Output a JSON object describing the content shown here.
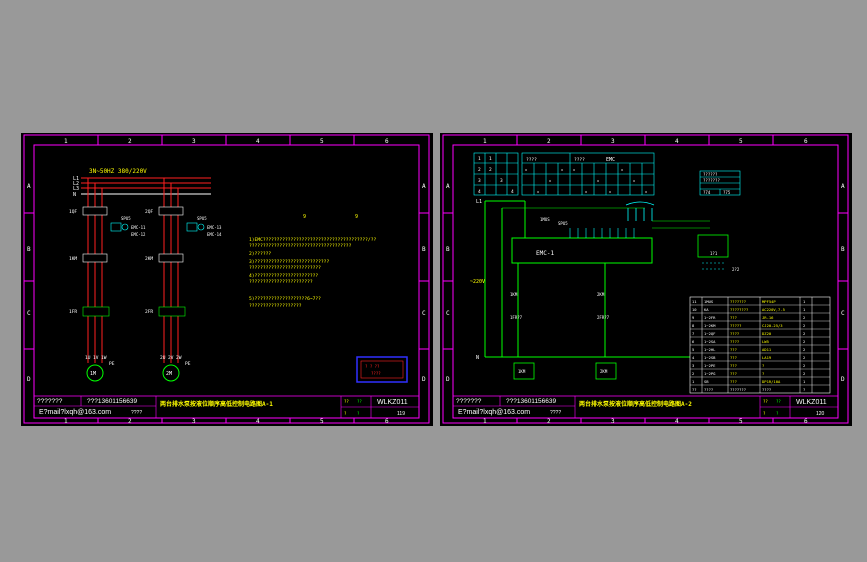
{
  "colors": {
    "background": "#999999",
    "sheet": "#000000",
    "border": "#ff00ff",
    "red": "#ff2020",
    "yellow": "#ffff00",
    "green": "#00ff00",
    "cyan": "#00ffff",
    "white": "#ffffff",
    "blue": "#3030ff"
  },
  "grid": {
    "cols": [
      "1",
      "2",
      "3",
      "4",
      "5",
      "6"
    ],
    "rows": [
      "A",
      "B",
      "C",
      "D"
    ]
  },
  "sheet1": {
    "supply_label": "3N~50HZ 380/220V",
    "bus_labels": [
      "L1",
      "L2",
      "L3",
      "N"
    ],
    "pe_label": "PE",
    "motor1": "1M",
    "motor2": "2M",
    "terms1": [
      "1U",
      "1V",
      "1W"
    ],
    "terms2": [
      "2U",
      "2V",
      "2W"
    ],
    "qf1": "1QF",
    "qf2": "2QF",
    "km1": "1KM",
    "km2": "2KM",
    "fr1": "1FR",
    "fr2": "2FR",
    "emc_labels_1": [
      "EMC-11",
      "EMC-12"
    ],
    "emc_labels_2": [
      "EMC-13",
      "EMC-14"
    ],
    "spu_label": "SPU5",
    "note_marks": [
      "9",
      "9"
    ],
    "notes": [
      "1)EMC??????????????????????????????????????/??",
      "  ?????????????????????????????????????",
      "2)??????",
      "3)???????????????????????????",
      "  ??????????????????????????",
      "4)???????????????????????",
      "  ???????????????????????",
      "5)???????????????????6~7??",
      "  ???????????????????"
    ],
    "stamp_lines": [
      "?  ?  ??",
      "????"
    ],
    "title_tel": "???13601156639",
    "title_dept": "???????",
    "title_email": "E?mail?lxqh@163.com",
    "title_company": "????",
    "title_drawing": "两台排水泵按液位顺序高低控制电路图A-1",
    "title_code": "WLKZ011",
    "title_sheet": "119",
    "title_small": [
      "??",
      "??",
      "?",
      "?"
    ]
  },
  "sheet2": {
    "l1_label": "L1",
    "n_label": "N",
    "supply_label": "~220V",
    "emc_label": "EMC-1",
    "top_table_header": [
      "????",
      "????",
      "EMC"
    ],
    "top_table_rows": [
      "1",
      "2",
      "3",
      "4"
    ],
    "side_box": [
      "??????",
      "???????",
      "?74",
      "?75"
    ],
    "kt_labels": [
      "1KM",
      "2KM"
    ],
    "fr_labels": [
      "1FR?7",
      "2FR?7"
    ],
    "spu_label": "SPU5",
    "sa_label": "1MUS",
    "hl_labels": [
      "1?1",
      "2?2"
    ],
    "device_table_header": [
      "??",
      "????",
      "???????",
      "????",
      "?"
    ],
    "device_table": [
      [
        "11",
        "1MUS",
        "???????",
        "MPF54P",
        "1"
      ],
      [
        "10",
        "KA",
        "????????",
        "AC220V,7.5",
        "1"
      ],
      [
        "9",
        "1~2FR",
        "???",
        "JR-16",
        "2"
      ],
      [
        "8",
        "1~2KM",
        "?????",
        "CJ20-25/3",
        "2"
      ],
      [
        "7",
        "1~2QF",
        "????",
        "DZ20",
        "2"
      ],
      [
        "6",
        "1~2SA",
        "????",
        "LW5",
        "2"
      ],
      [
        "5",
        "1~2HL",
        "???",
        "AD11",
        "2"
      ],
      [
        "4",
        "1~2SB",
        "???",
        "LA19",
        "2"
      ],
      [
        "3",
        "1~2PE",
        "???",
        "?",
        "2"
      ],
      [
        "2",
        "1~2PG",
        "???",
        "?",
        "2"
      ],
      [
        "1",
        "SB",
        "???",
        "DP1R/10A",
        "1"
      ]
    ],
    "title_tel": "???13601156639",
    "title_dept": "???????",
    "title_email": "E?mail?lxqh@163.com",
    "title_company": "????",
    "title_drawing": "两台排水泵按液位顺序高低控制电路图A-2",
    "title_code": "WLKZ011",
    "title_sheet": "120",
    "title_small": [
      "??",
      "??",
      "?",
      "?"
    ]
  }
}
